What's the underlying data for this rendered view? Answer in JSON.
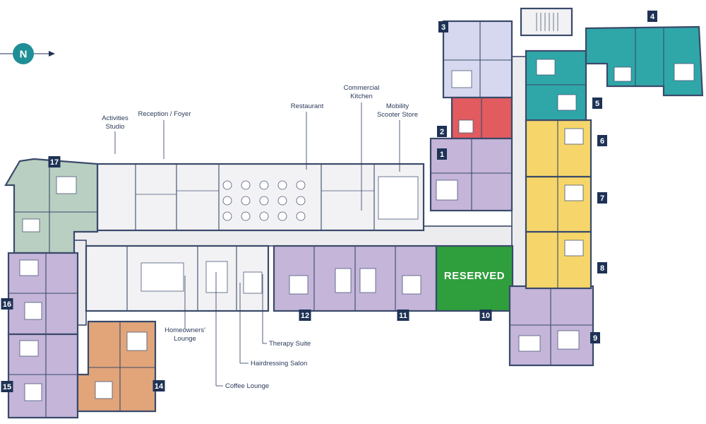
{
  "colors": {
    "purple": "#c4b5d9",
    "teal": "#2fa7a9",
    "yellow": "#f6d66a",
    "red": "#e15b5f",
    "sage": "#b9cfc1",
    "orange": "#e2a57a",
    "lilac": "#d6d8ef",
    "reserved": "#2f9e3c",
    "navy": "#1e3255",
    "compass": "#1f8e96"
  },
  "compass": {
    "letter": "N",
    "icon": "north-arrow-icon"
  },
  "reserved_label": "RESERVED",
  "units": [
    {
      "n": "1"
    },
    {
      "n": "2"
    },
    {
      "n": "3"
    },
    {
      "n": "4"
    },
    {
      "n": "5"
    },
    {
      "n": "6"
    },
    {
      "n": "7"
    },
    {
      "n": "8"
    },
    {
      "n": "9"
    },
    {
      "n": "10"
    },
    {
      "n": "11"
    },
    {
      "n": "12"
    },
    {
      "n": "14"
    },
    {
      "n": "15"
    },
    {
      "n": "16"
    },
    {
      "n": "17"
    }
  ],
  "labels": {
    "activities": [
      "Activities",
      "Studio"
    ],
    "reception": "Reception / Foyer",
    "restaurant": "Restaurant",
    "kitchen": [
      "Commercial",
      "Kitchen"
    ],
    "mobility": [
      "Mobility",
      "Scooter Store"
    ],
    "lounge": [
      "Homeowners'",
      "Lounge"
    ],
    "therapy": "Therapy Suite",
    "hair": "Hairdressing Salon",
    "coffee": "Coffee Lounge"
  }
}
